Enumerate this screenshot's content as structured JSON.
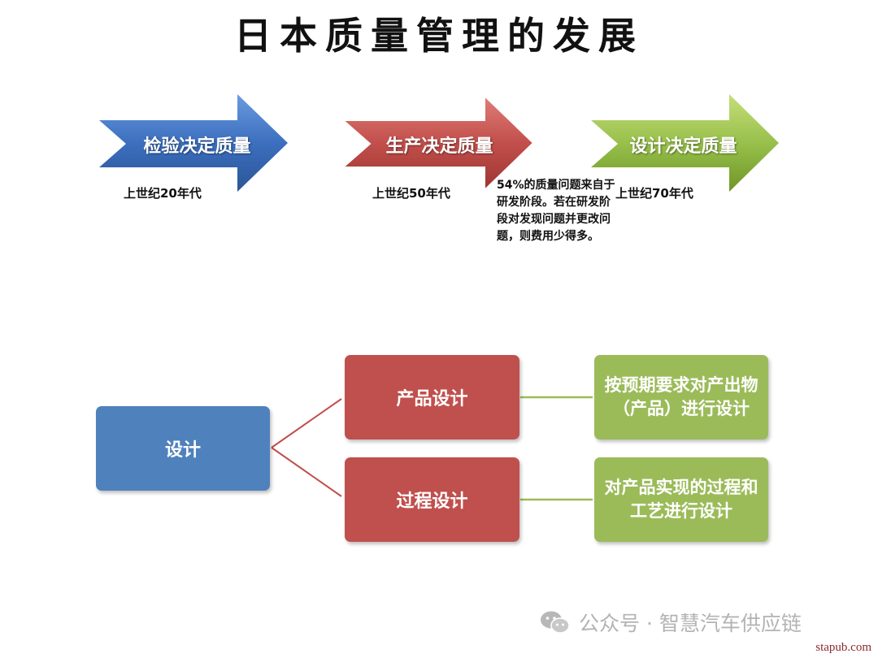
{
  "title": "日本质量管理的发展",
  "stages": [
    {
      "label": "检验决定质量",
      "era": "上世纪20年代",
      "color": "#3b6cb5"
    },
    {
      "label": "生产决定质量",
      "era": "上世纪50年代",
      "color": "#c0504d"
    },
    {
      "label": "设计决定质量",
      "era": "上世纪70年代",
      "color": "#8fb43a"
    }
  ],
  "note": "54%的质量问题来自于研发阶段。若在研发阶段对发现问题并更改问题，则费用少得多。",
  "tree": {
    "root": "设计",
    "branches": [
      {
        "label": "产品设计",
        "detail": "按预期要求对产出物（产品）进行设计"
      },
      {
        "label": "过程设计",
        "detail": "对产品实现的过程和工艺进行设计"
      }
    ]
  },
  "watermark": {
    "icon": "wechat-icon",
    "text": "公众号 · 智慧汽车供应链"
  },
  "site": "stapub.com"
}
